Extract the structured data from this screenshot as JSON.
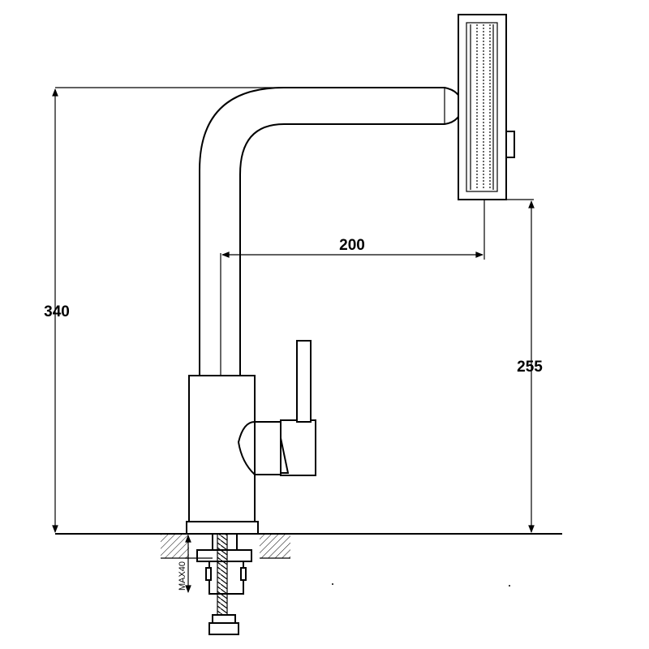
{
  "dimensions": {
    "total_height": "340",
    "reach": "200",
    "spout_height": "255",
    "max_deck_thickness": "MAX40"
  },
  "colors": {
    "line": "#000000",
    "background": "#ffffff"
  }
}
